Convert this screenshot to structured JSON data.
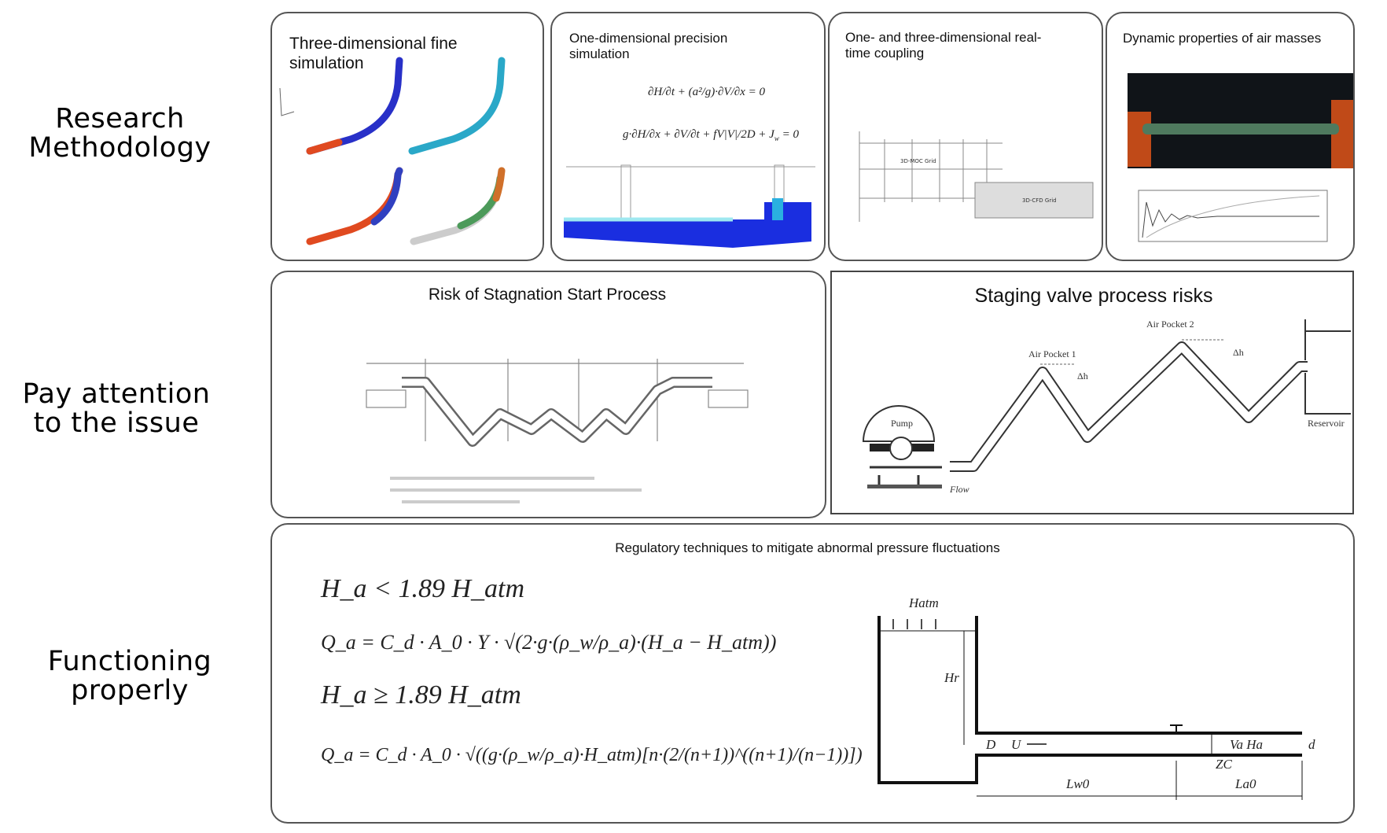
{
  "row_labels": {
    "research": "Research Methodology",
    "issue": "Pay attention to the issue",
    "functioning": "Functioning properly"
  },
  "research_panels": [
    {
      "title": "Three-dimensional fine simulation"
    },
    {
      "title": "One-dimensional precision simulation"
    },
    {
      "title": "One- and three-dimensional real-time coupling",
      "grid_labels": [
        "3D-MOC Grid",
        "3D-CFD Grid"
      ]
    },
    {
      "title": "Dynamic properties of air masses"
    }
  ],
  "issue_panels": [
    {
      "title": "Risk of Stagnation Start Process"
    },
    {
      "title": "Staging valve process risks",
      "labels": {
        "pump": "Pump",
        "flow": "Flow",
        "air_pocket_1": "Air Pocket 1",
        "air_pocket_2": "Air Pocket 2",
        "delta_h": "Δh",
        "reservoir": "Reservoir"
      }
    }
  ],
  "functioning_panel": {
    "title": "Regulatory techniques to mitigate abnormal pressure fluctuations",
    "formulas": {
      "cond1": "H_a < 1.89 H_atm",
      "eq1": "Q_a = C_d · A_0 · Y · √(2·g·(ρ_w/ρ_a)·(H_a − H_atm))",
      "cond2": "H_a ≥ 1.89 H_atm",
      "eq2": "Q_a = C_d · A_0 · √((g·(ρ_w/ρ_a)·H_atm)[n·(2/(n+1))^((n+1)/(n−1))])"
    },
    "diagram_labels": {
      "hatm": "Hatm",
      "hr": "Hr",
      "D": "D",
      "U": "U",
      "va_ha": "Va Ha",
      "d": "d",
      "zc": "ZC",
      "lw0": "Lw0",
      "la0": "La0"
    }
  }
}
